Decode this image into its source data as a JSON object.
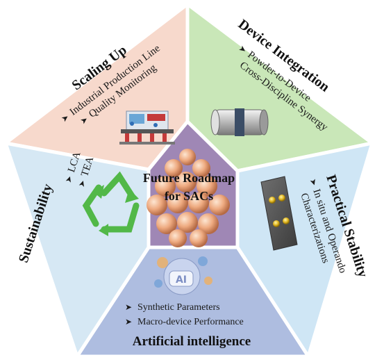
{
  "center": {
    "line1": "Future Roadmap",
    "line2": "for SACs"
  },
  "segments": {
    "scaling_up": {
      "title": "Scaling Up",
      "items": [
        "Industrial Production Line",
        "Quality Monitoring"
      ],
      "color": "#f7d9cc"
    },
    "device_integration": {
      "title": "Device Integration",
      "items": [
        "Powder-to-Device",
        "Cross-Discipline Synergy"
      ],
      "color": "#c9e7b8"
    },
    "practical_stability": {
      "title": "Practical Stability",
      "items": [
        "In situ and Operando",
        "Characterizations"
      ],
      "color": "#cfe6f5"
    },
    "artificial_intelligence": {
      "title": "Artificial intelligence",
      "items": [
        "Synthetic Parameters",
        "Macro-device Performance"
      ],
      "color": "#aebde0"
    },
    "sustainability": {
      "title": "Sustainability",
      "items": [
        "LCA",
        "TEA"
      ],
      "color": "#d6e8f4"
    }
  },
  "icons": {
    "factory": "factory-line-icon",
    "device": "cylinder-device-icon",
    "chip": "electrode-chip-icon",
    "ai": "ai-head-icon",
    "recycle": "recycle-icon",
    "atoms": "atom-cluster-icon"
  },
  "colors": {
    "center": "#9f87b5",
    "recycle": "#52b848",
    "atom": "#e8a77c"
  },
  "bullet_glyph": "➤"
}
